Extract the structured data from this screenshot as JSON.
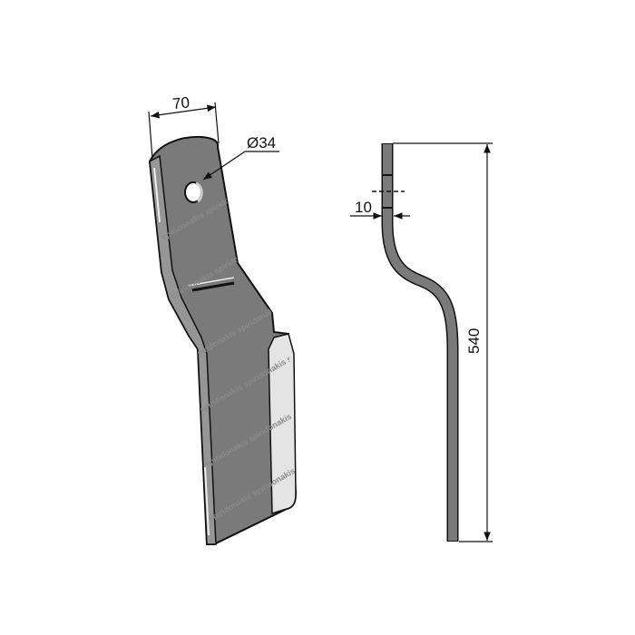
{
  "drawing": {
    "front_view": {
      "width_label": "70",
      "hole_label": "Ø34"
    },
    "side_view": {
      "thickness_label": "10",
      "length_label": "540"
    },
    "watermark": "spiridonakis",
    "colors": {
      "steel": "#7a7a7a",
      "bevel": "#e4e4e4",
      "outline": "#111111"
    }
  }
}
